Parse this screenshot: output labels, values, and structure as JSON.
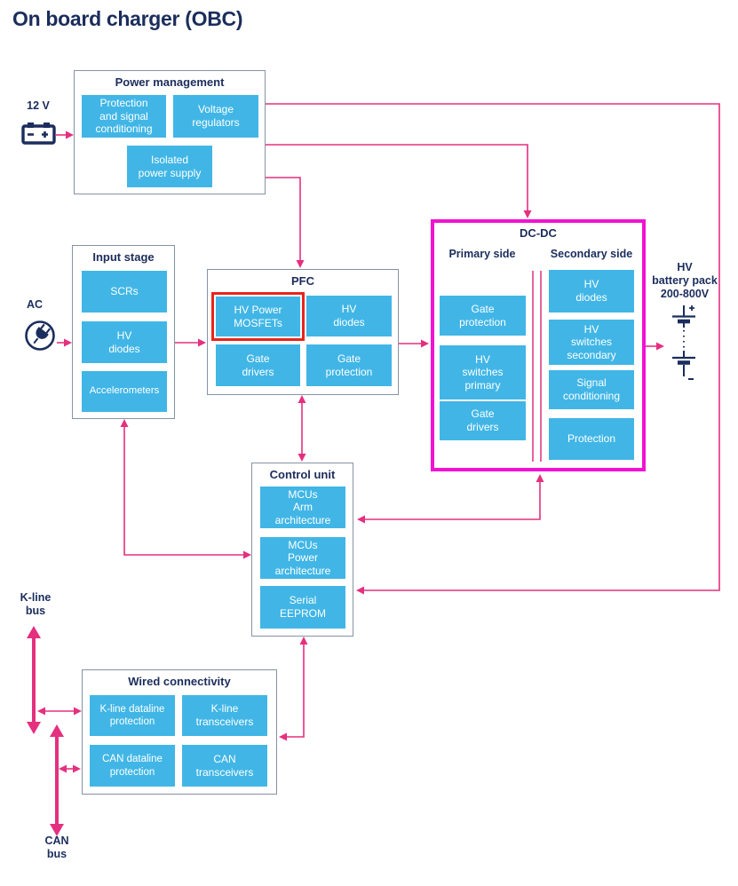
{
  "title": "On board charger (OBC)",
  "colors": {
    "navy": "#1b2d5c",
    "blue": "#41b6e6",
    "pink": "#e4307f",
    "dcdc": "#f013d2",
    "red": "#e8251d",
    "gray": "#8593a2"
  },
  "labels": {
    "v12": "12 V",
    "ac": "AC",
    "hv_battery": "HV\nbattery pack\n200-800V",
    "kline_bus": "K-line\nbus",
    "can_bus": "CAN\nbus"
  },
  "groups": {
    "power_management": {
      "title": "Power management",
      "items": [
        "Protection\nand signal\nconditioning",
        "Voltage\nregulators",
        "Isolated\npower supply"
      ]
    },
    "input_stage": {
      "title": "Input stage",
      "items": [
        "SCRs",
        "HV\ndiodes",
        "Accelerometers"
      ]
    },
    "pfc": {
      "title": "PFC",
      "highlighted_item": "HV Power MOSFETs",
      "items": [
        "HV Power\nMOSFETs",
        "HV\ndiodes",
        "Gate\ndrivers",
        "Gate\nprotection"
      ]
    },
    "dcdc": {
      "title": "DC-DC",
      "primary": {
        "label": "Primary side",
        "items": [
          "Gate\nprotection",
          "HV\nswitches\nprimary",
          "Gate\ndrivers"
        ]
      },
      "secondary": {
        "label": "Secondary side",
        "items": [
          "HV\ndiodes",
          "HV\nswitches\nsecondary",
          "Signal\nconditioning",
          "Protection"
        ]
      }
    },
    "control_unit": {
      "title": "Control unit",
      "items": [
        "MCUs\nArm\narchitecture",
        "MCUs\nPower\narchitecture",
        "Serial\nEEPROM"
      ]
    },
    "wired_connectivity": {
      "title": "Wired connectivity",
      "items": [
        "K-line dataline\nprotection",
        "K-line\ntransceivers",
        "CAN dataline\nprotection",
        "CAN\ntransceivers"
      ]
    }
  }
}
